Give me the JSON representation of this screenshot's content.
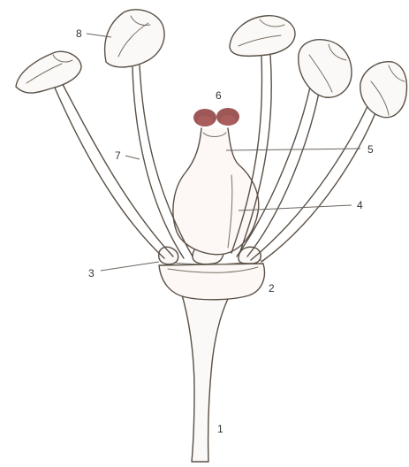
{
  "labels": [
    {
      "key": "pedicel",
      "text": "1"
    },
    {
      "key": "receptacle",
      "text": "2"
    },
    {
      "key": "perianth",
      "text": "3"
    },
    {
      "key": "ovary",
      "text": "4"
    },
    {
      "key": "style",
      "text": "5"
    },
    {
      "key": "stigma",
      "text": "6"
    },
    {
      "key": "filament",
      "text": "7"
    },
    {
      "key": "anther",
      "text": "8"
    }
  ]
}
